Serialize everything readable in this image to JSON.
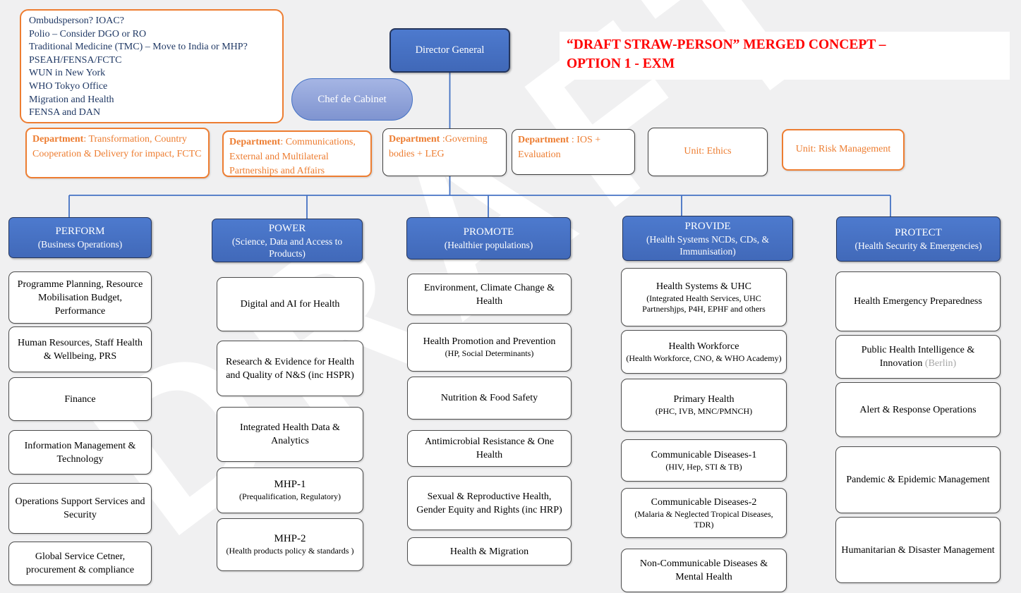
{
  "watermark": "DRAFT",
  "notes_box": {
    "items": [
      "Ombudsperson? IOAC?",
      "Polio –  Consider DGO or RO",
      "Traditional Medicine (TMC) – Move to India or MHP?",
      "PSEAH/FENSA/FCTC",
      "WUN in New York",
      "WHO Tokyo Office",
      "Migration and Health",
      "FENSA and DAN"
    ]
  },
  "title": {
    "line1": "“DRAFT STRAW-PERSON” MERGED CONCEPT –",
    "line2": "OPTION 1 - EXM"
  },
  "leadership": {
    "director_general": "Director General",
    "chef_de_cabinet": "Chef de Cabinet"
  },
  "departments": [
    {
      "prefix": "Department",
      "rest": ": Transformation, Country Cooperation & Delivery for impact, FCTC"
    },
    {
      "prefix": "Department",
      "rest": ": Communications, External and Multilateral Partnerships and Affairs"
    },
    {
      "prefix": "Department",
      "rest": " :Governing bodies + LEG"
    },
    {
      "prefix": "Department",
      "rest": " : IOS + Evaluation"
    },
    {
      "prefix": "",
      "rest": "Unit: Ethics"
    },
    {
      "prefix": "",
      "rest": "Unit: Risk Management"
    }
  ],
  "pillars": [
    {
      "title": "PERFORM",
      "subtitle": "(Business Operations)",
      "items": [
        {
          "main": "Programme Planning, Resource Mobilisation Budget, Performance"
        },
        {
          "main": "Human Resources, Staff Health & Wellbeing, PRS"
        },
        {
          "main": "Finance"
        },
        {
          "main": "Information Management & Technology"
        },
        {
          "main": "Operations Support Services and Security"
        },
        {
          "main": "Global Service Cetner, procurement & compliance"
        }
      ]
    },
    {
      "title": "POWER",
      "subtitle": "(Science,  Data and Access to Products)",
      "items": [
        {
          "main": "Digital and AI for Health"
        },
        {
          "main": "Research & Evidence for Health and Quality of N&S (inc HSPR)"
        },
        {
          "main": "Integrated Health Data & Analytics"
        },
        {
          "main": "MHP-1",
          "sub": "(Prequalification, Regulatory)"
        },
        {
          "main": "MHP-2",
          "sub": "(Health products policy & standards )"
        }
      ]
    },
    {
      "title": "PROMOTE",
      "subtitle": "(Healthier populations)",
      "items": [
        {
          "main": "Environment, Climate Change & Health"
        },
        {
          "main": "Health Promotion and Prevention",
          "sub": "(HP, Social Determinants)"
        },
        {
          "main": "Nutrition & Food Safety"
        },
        {
          "main": "Antimicrobial Resistance & One Health"
        },
        {
          "main": "Sexual & Reproductive Health, Gender Equity and Rights (inc HRP)"
        },
        {
          "main": "Health & Migration"
        }
      ]
    },
    {
      "title": "PROVIDE",
      "subtitle": "(Health Systems NCDs, CDs, & Immunisation)",
      "items": [
        {
          "main": "Health Systems  & UHC",
          "sub": "(Integrated Health Services, UHC Partnershjps, P4H, EPHF and others"
        },
        {
          "main": "Health Workforce",
          "sub": "(Health Workforce, CNO,  & WHO Academy)"
        },
        {
          "main": "Primary Health",
          "sub": "(PHC, IVB, MNC/PMNCH)"
        },
        {
          "main": "Communicable Diseases-1",
          "sub": "(HIV, Hep, STI & TB)"
        },
        {
          "main": "Communicable Diseases-2",
          "sub": "(Malaria & Neglected Tropical Diseases, TDR)"
        },
        {
          "main": "Non-Communicable Diseases & Mental Health"
        }
      ]
    },
    {
      "title": "PROTECT",
      "subtitle": "(Health Security & Emergencies)",
      "items": [
        {
          "main": "Health Emergency Preparedness"
        },
        {
          "main": "Public Health Intelligence & Innovation",
          "muted": "(Berlin)"
        },
        {
          "main": "Alert & Response Operations"
        },
        {
          "main": "Pandemic & Epidemic Management"
        },
        {
          "main": "Humanitarian & Disaster Management"
        }
      ]
    }
  ],
  "colors": {
    "background": "#F0F0F1",
    "accent_blue": "#4472C4",
    "blue_border": "#24355C",
    "accent_orange": "#ED7D31",
    "title_red": "#FF0000",
    "notes_navy": "#1F3864",
    "box_border_gray": "#4D4D4D",
    "muted_gray": "#A6A6A6",
    "watermark_white": "#FFFFFF"
  }
}
